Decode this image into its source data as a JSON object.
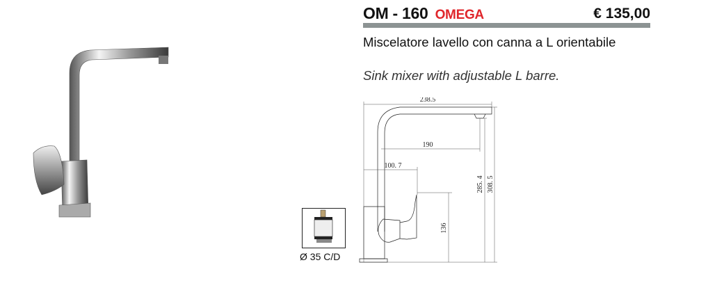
{
  "product": {
    "code": "OM - 160",
    "series": "OMEGA",
    "price": "€ 135,00",
    "description_it": "Miscelatore lavello con canna a L orientabile",
    "description_en": "Sink mixer with adjustable L barre."
  },
  "drawing": {
    "dimensions": {
      "spout_reach": "238.5",
      "outlet_reach": "190",
      "lever_reach": "100. 7",
      "lever_height": "136",
      "outlet_height": "285. 4",
      "total_height": "308. 5"
    }
  },
  "cartridge": {
    "label": "Ø 35 C/D"
  },
  "colors": {
    "brand_red": "#e0262b",
    "rule_gray": "#8c9393"
  }
}
